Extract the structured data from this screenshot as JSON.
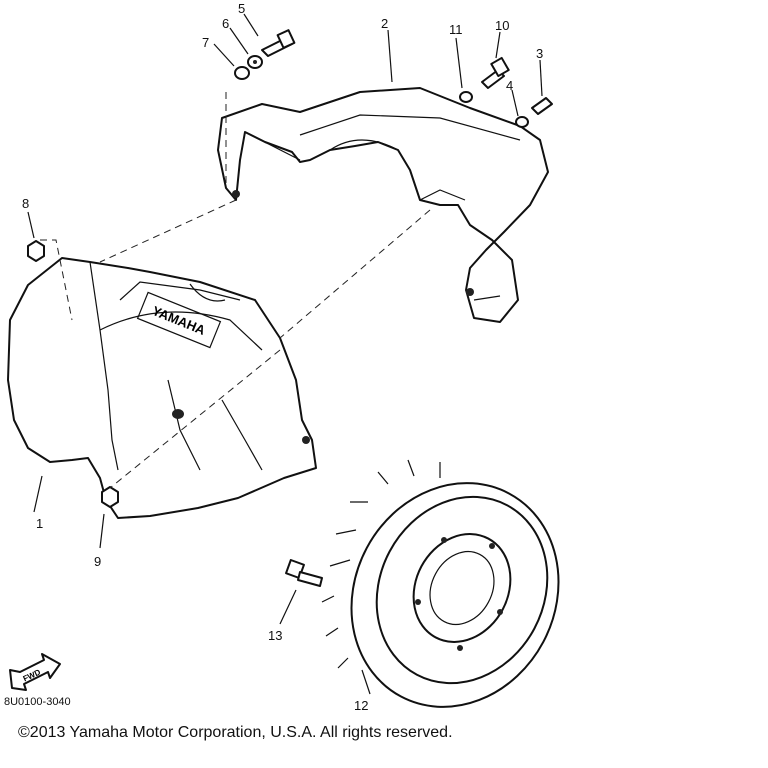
{
  "callouts": [
    {
      "id": "c1",
      "label": "1"
    },
    {
      "id": "c2",
      "label": "2"
    },
    {
      "id": "c3",
      "label": "3"
    },
    {
      "id": "c4",
      "label": "4"
    },
    {
      "id": "c5",
      "label": "5"
    },
    {
      "id": "c6",
      "label": "6"
    },
    {
      "id": "c7",
      "label": "7"
    },
    {
      "id": "c8",
      "label": "8"
    },
    {
      "id": "c9",
      "label": "9"
    },
    {
      "id": "c10",
      "label": "10"
    },
    {
      "id": "c11",
      "label": "11"
    },
    {
      "id": "c12",
      "label": "12"
    },
    {
      "id": "c13",
      "label": "13"
    }
  ],
  "cover_logo": "YAMAHA",
  "fwd_label": "FWD",
  "figure_code": "8U0100-3040",
  "copyright": "©2013 Yamaha Motor Corporation, U.S.A. All rights reserved."
}
